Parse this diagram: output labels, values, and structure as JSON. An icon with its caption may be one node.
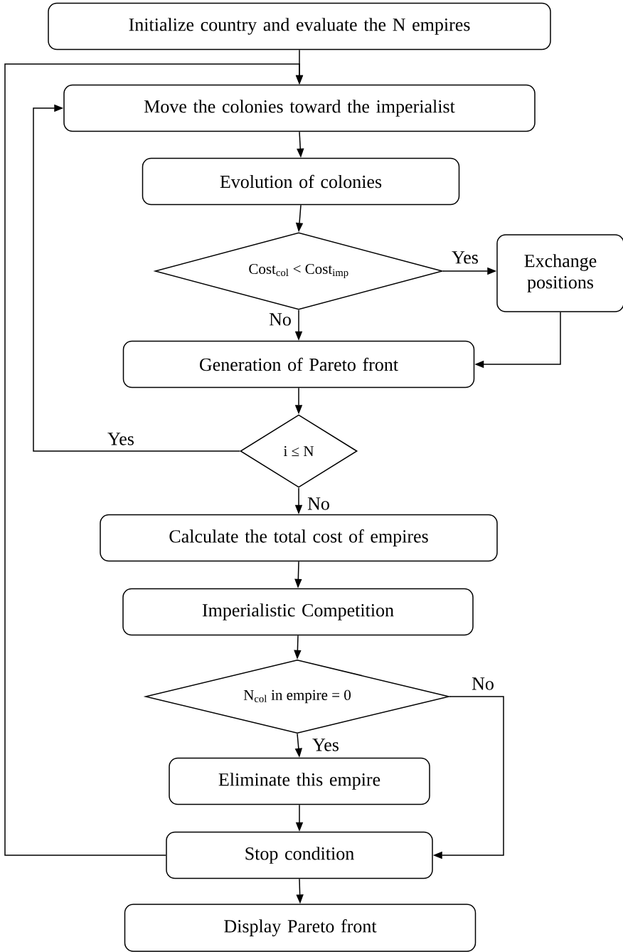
{
  "diagram": {
    "nodes": [
      {
        "text": [
          "Initialize country and evaluate the N empires"
        ]
      },
      {
        "text": [
          "Move the colonies toward the imperialist"
        ]
      },
      {
        "text": [
          "Evolution of colonies"
        ]
      },
      {
        "text": [
          "Cost$_{col}$ < Cost$_{imp}$"
        ]
      },
      {
        "text": [
          "Exchange positions"
        ]
      },
      {
        "text": [
          "Generation of Pareto front"
        ]
      },
      {
        "text": [
          "i ≤ N"
        ]
      },
      {
        "text": [
          "Calculate the total cost of empires"
        ]
      },
      {
        "text": [
          "Imperialistic Competition"
        ]
      },
      {
        "text": [
          "N$_{col}$ in empire = 0"
        ]
      },
      {
        "text": [
          "Eliminate this empire"
        ]
      },
      {
        "text": [
          "Stop condition"
        ]
      },
      {
        "text": [
          "Display Pareto front"
        ]
      }
    ],
    "edges": [
      {
        "from": 0,
        "to": 1,
        "arrow": "to"
      },
      {
        "from": 1,
        "to": 2,
        "arrow": "to"
      },
      {
        "from": 2,
        "to": 3,
        "arrow": "to"
      },
      {
        "from": 3,
        "to": 4,
        "arrow": "to",
        "label": "Yes"
      },
      {
        "from": 3,
        "to": 5,
        "arrow": "to",
        "label": "No"
      },
      {
        "from": 4,
        "to": 5,
        "arrow": "to"
      },
      {
        "from": 5,
        "to": 6,
        "arrow": "to"
      },
      {
        "from": 6,
        "to": 1,
        "arrow": "to",
        "label": "Yes"
      },
      {
        "from": 6,
        "to": 7,
        "arrow": "to",
        "label": "No"
      },
      {
        "from": 7,
        "to": 8,
        "arrow": "to"
      },
      {
        "from": 8,
        "to": 9,
        "arrow": "to"
      },
      {
        "from": 9,
        "to": 10,
        "arrow": "to",
        "label": "Yes"
      },
      {
        "from": 9,
        "to": 11,
        "arrow": "to",
        "label": "No"
      },
      {
        "from": 10,
        "to": 11,
        "arrow": "to"
      },
      {
        "from": 11,
        "to": 1,
        "arrow": "to"
      },
      {
        "from": 11,
        "to": 12,
        "arrow": "to"
      }
    ]
  }
}
